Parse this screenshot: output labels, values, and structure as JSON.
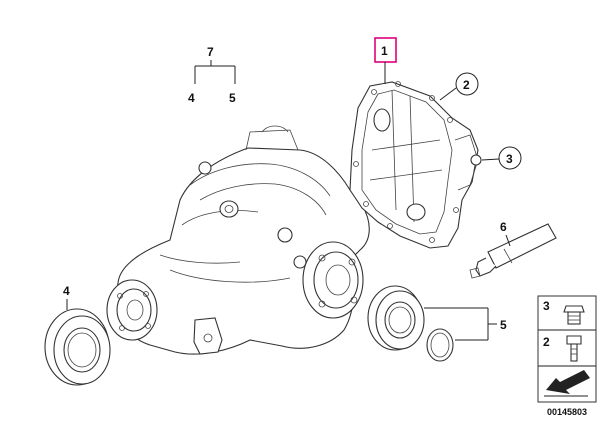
{
  "callouts": {
    "c1": "1",
    "c2": "2",
    "c3": "3",
    "c4_seal": "4",
    "c5_seal": "5",
    "c6": "6",
    "c7": "7",
    "c7_sub_4": "4",
    "c7_sub_5": "5"
  },
  "legend": {
    "items": [
      {
        "num": "3",
        "icon": "screw-plug-icon"
      },
      {
        "num": "2",
        "icon": "bolt-icon"
      }
    ],
    "arrow_icon": "assembly-arrow-icon"
  },
  "diagram_number": "00145803",
  "colors": {
    "highlight": "#e0007a",
    "line": "#222222"
  }
}
